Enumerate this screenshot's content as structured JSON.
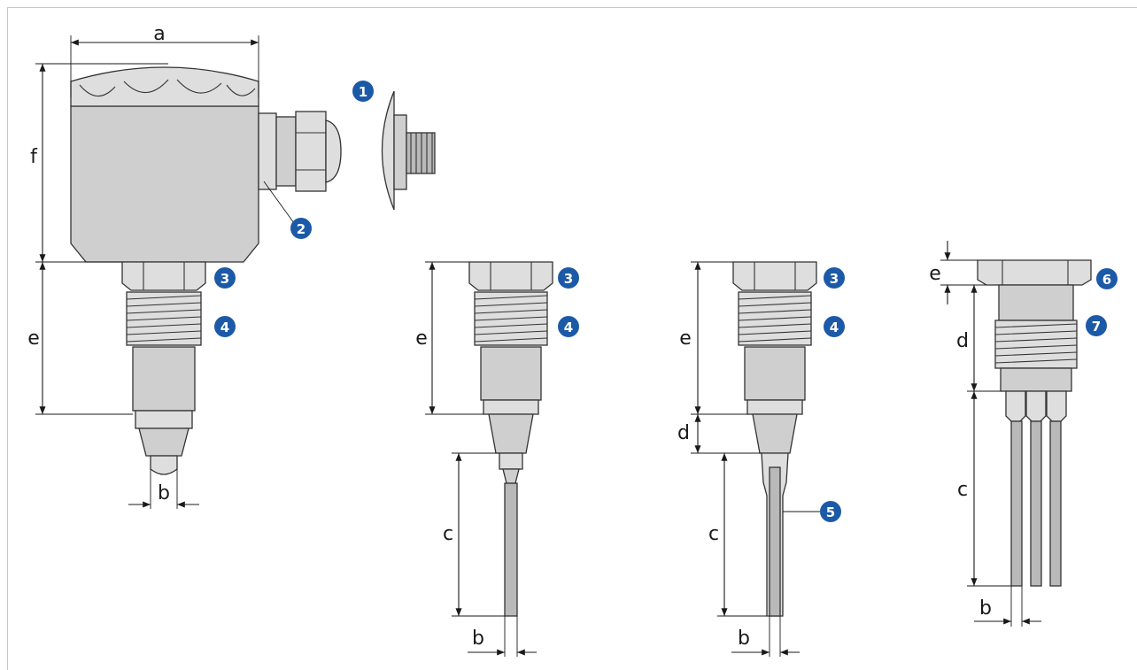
{
  "dimension_labels": {
    "a": "a",
    "b": "b",
    "c": "c",
    "d": "d",
    "e": "e",
    "f": "f"
  },
  "callouts": [
    "1",
    "2",
    "3",
    "4",
    "5",
    "6",
    "7"
  ],
  "colors": {
    "callout_fill": "#1c5aa7",
    "part_fill": "#cfcfcf",
    "outline": "#333333"
  }
}
